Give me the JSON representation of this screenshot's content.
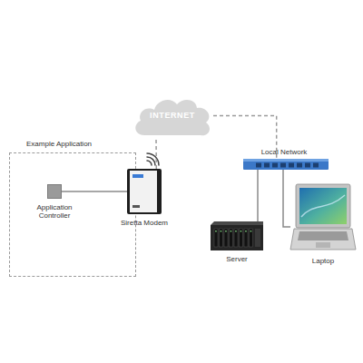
{
  "diagram": {
    "nodes": [
      {
        "text": [
          "Example Application"
        ]
      },
      {
        "text": [
          "Application Controller"
        ],
        "in": 0
      },
      {
        "text": [
          "Siretta Modem"
        ]
      },
      {
        "text": [
          "INTERNET"
        ]
      },
      {
        "text": [
          "Local Network"
        ]
      },
      {
        "text": [
          "Server"
        ]
      },
      {
        "text": [
          "Laptop"
        ]
      }
    ],
    "edges": [
      {
        "from": 1,
        "to": 2,
        "arrow": "none"
      },
      {
        "from": 2,
        "to": 3,
        "arrow": "none"
      },
      {
        "from": 3,
        "to": 4,
        "arrow": "none"
      },
      {
        "from": 4,
        "to": 5,
        "arrow": "none"
      },
      {
        "from": 4,
        "to": 6,
        "arrow": "none"
      }
    ]
  }
}
